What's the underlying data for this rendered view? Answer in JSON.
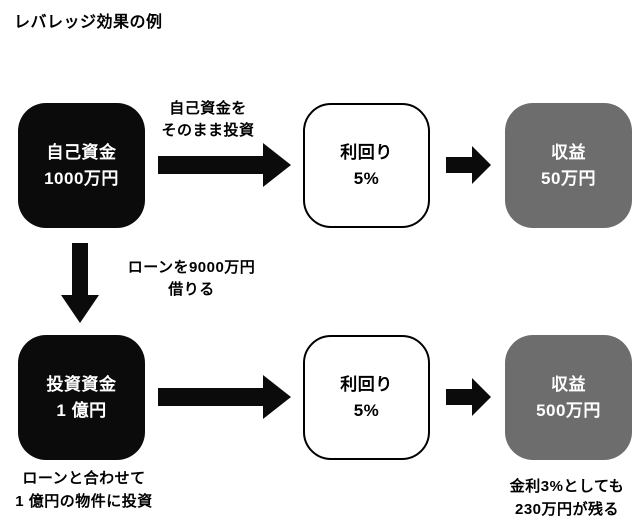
{
  "title": "レバレッジ効果の例",
  "colors": {
    "box-black": "#0b0b0b",
    "box-gray": "#6d6d6d",
    "box-white-border": "#000000",
    "arrow": "#0b0b0b",
    "text": "#000000",
    "box-text-light": "#ffffff"
  },
  "flow": {
    "rows": [
      {
        "source": {
          "line1": "自己資金",
          "line2": "1000万円"
        },
        "arrow_label": {
          "line1": "自己資金を",
          "line2": "そのまま投資"
        },
        "yield": {
          "line1": "利回り",
          "line2": "5%"
        },
        "result": {
          "line1": "収益",
          "line2": "50万円"
        }
      },
      {
        "source": {
          "line1": "投資資金",
          "line2": "1 億円"
        },
        "yield": {
          "line1": "利回り",
          "line2": "5%"
        },
        "result": {
          "line1": "収益",
          "line2": "500万円"
        }
      }
    ],
    "down_arrow_label": {
      "line1": "ローンを9000万円",
      "line2": "借りる"
    },
    "caption_left": {
      "line1": "ローンと合わせて",
      "line2": "1 億円の物件に投資"
    },
    "caption_right": {
      "line1": "金利3%としても",
      "line2": "230万円が残る"
    }
  }
}
